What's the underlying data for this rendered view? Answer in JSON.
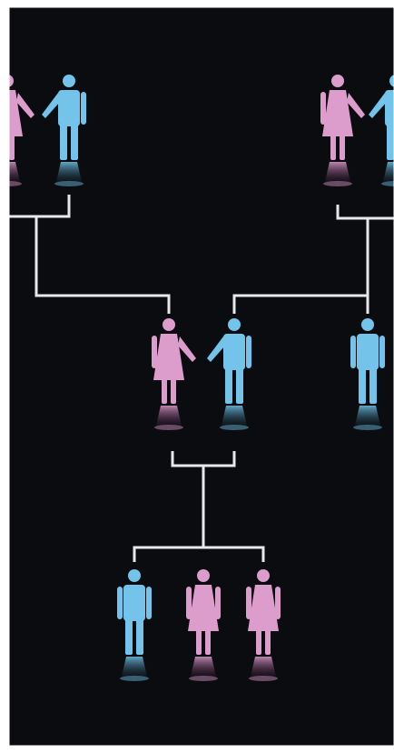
{
  "diagram": {
    "type": "family-tree",
    "colors": {
      "background": "#0b0c10",
      "frame": "#ffffff",
      "connector": "#e8e8e8",
      "male": "#74c3ea",
      "female": "#dc9ccc",
      "male_shadow": "#5a8fa6",
      "female_shadow": "#b06aa8"
    },
    "generations": [
      {
        "level": "grandparents",
        "couples": [
          {
            "id": "left-grandparents",
            "members": [
              "female",
              "male"
            ],
            "cropped": "left"
          },
          {
            "id": "right-grandparents",
            "members": [
              "female",
              "male"
            ],
            "cropped": "right"
          }
        ]
      },
      {
        "level": "parents",
        "couples": [
          {
            "id": "parents",
            "members": [
              "female",
              "male"
            ]
          }
        ],
        "singles": [
          {
            "id": "uncle",
            "gender": "male"
          }
        ]
      },
      {
        "level": "children",
        "singles": [
          {
            "id": "child-1",
            "gender": "male"
          },
          {
            "id": "child-2",
            "gender": "female"
          },
          {
            "id": "child-3",
            "gender": "female"
          }
        ]
      }
    ]
  }
}
